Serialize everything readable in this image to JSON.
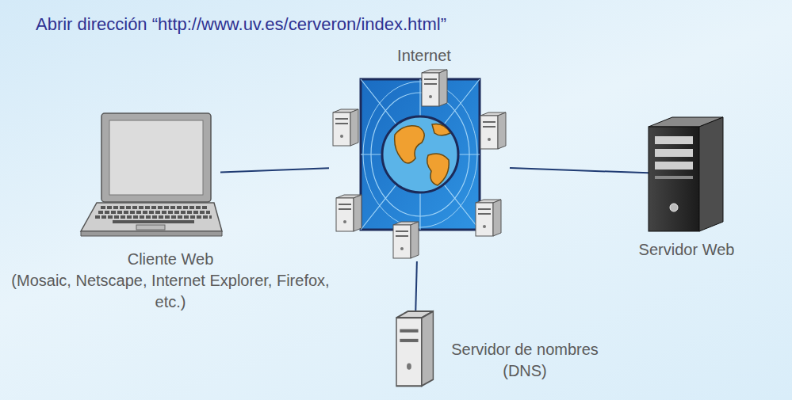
{
  "diagram": {
    "title": "Abrir dirección “http://www.uv.es/cerveron/index.html”",
    "nodes": [
      {
        "text": [
          "Cliente Web",
          "(Mosaic, Netscape, Internet Explorer, Firefox, etc.)"
        ]
      },
      {
        "text": [
          "Internet"
        ]
      },
      {
        "text": [
          "Servidor Web"
        ]
      },
      {
        "text": [
          "Servidor de nombres (DNS)"
        ]
      }
    ],
    "edges": [
      {
        "from": 0,
        "to": 1,
        "arrow": "none"
      },
      {
        "from": 1,
        "to": 2,
        "arrow": "none"
      },
      {
        "from": 1,
        "to": 3,
        "arrow": "none"
      }
    ]
  }
}
